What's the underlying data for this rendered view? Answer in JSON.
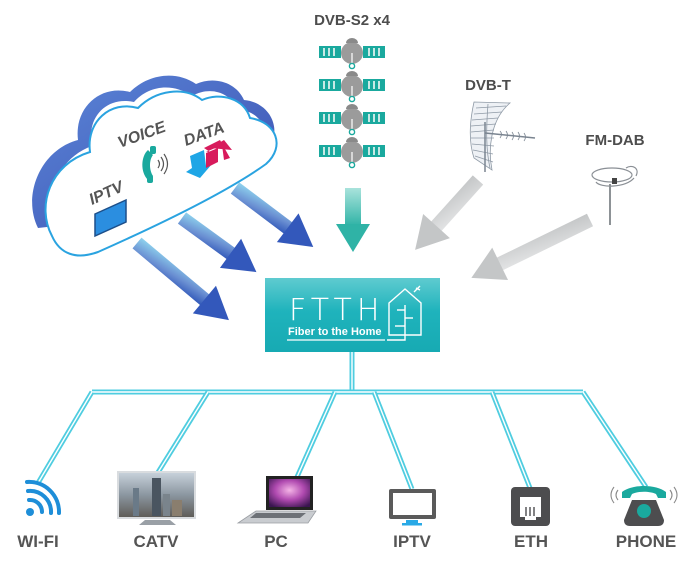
{
  "diagram": {
    "title": "FTTH",
    "subtitle": "Fiber to the Home",
    "colors": {
      "ftth_box": "#1fb5bd",
      "fiber_line": "#4fcde0",
      "cloud_edge": "#4a6fc8",
      "cloud_outline": "#2aa3e0",
      "arrow_blue": "#3a62c0",
      "arrow_teal": "#39b8ad",
      "arrow_gray": "#c9cbcc",
      "teal_accent": "#1aa99e",
      "data_up": "#d81b5c",
      "data_down": "#1ea6e6",
      "device_gray": "#505050"
    },
    "cloud": {
      "services": [
        {
          "label": "IPTV",
          "icon": "monitor-icon"
        },
        {
          "label": "VOICE",
          "icon": "phone-handset-icon"
        },
        {
          "label": "DATA",
          "icon": "up-down-arrows-icon"
        }
      ]
    },
    "sources": [
      {
        "label": "DVB-S2 x4",
        "icon": "satellite-icon",
        "count": 4
      },
      {
        "label": "DVB-T",
        "icon": "grid-antenna-icon"
      },
      {
        "label": "FM-DAB",
        "icon": "loop-antenna-icon"
      }
    ],
    "devices": [
      {
        "label": "WI-FI",
        "icon": "wifi-icon"
      },
      {
        "label": "CATV",
        "icon": "television-icon"
      },
      {
        "label": "PC",
        "icon": "laptop-icon"
      },
      {
        "label": "IPTV",
        "icon": "monitor-icon"
      },
      {
        "label": "ETH",
        "icon": "ethernet-port-icon"
      },
      {
        "label": "PHONE",
        "icon": "telephone-icon"
      }
    ]
  }
}
